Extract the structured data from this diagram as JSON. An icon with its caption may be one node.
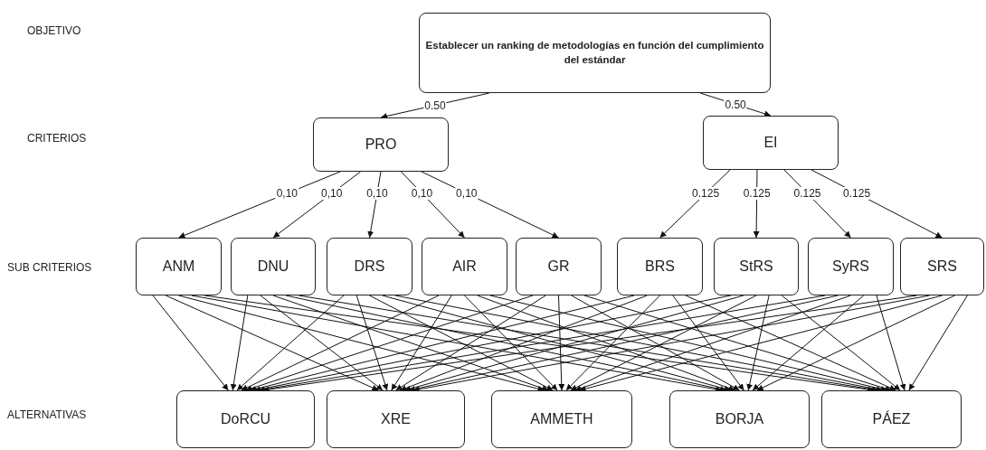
{
  "diagram": {
    "nodes": [
      {
        "text": [
          "Establecer un ranking de metodologías en función del cumplimiento del estándar"
        ]
      },
      {
        "text": [
          "PRO"
        ]
      },
      {
        "text": [
          "EI"
        ]
      },
      {
        "text": [
          "ANM"
        ]
      },
      {
        "text": [
          "DNU"
        ]
      },
      {
        "text": [
          "DRS"
        ]
      },
      {
        "text": [
          "AIR"
        ]
      },
      {
        "text": [
          "GR"
        ]
      },
      {
        "text": [
          "BRS"
        ]
      },
      {
        "text": [
          "StRS"
        ]
      },
      {
        "text": [
          "SyRS"
        ]
      },
      {
        "text": [
          "SRS"
        ]
      },
      {
        "text": [
          "DoRCU"
        ]
      },
      {
        "text": [
          "XRE"
        ]
      },
      {
        "text": [
          "AMMETH"
        ]
      },
      {
        "text": [
          "BORJA"
        ]
      },
      {
        "text": [
          "PÁEZ"
        ]
      }
    ],
    "edges": [
      {
        "from": 0,
        "to": 1,
        "arrow": "to",
        "label": "0.50"
      },
      {
        "from": 0,
        "to": 2,
        "arrow": "to",
        "label": "0.50"
      },
      {
        "from": 1,
        "to": 3,
        "arrow": "to",
        "label": "0,10"
      },
      {
        "from": 1,
        "to": 4,
        "arrow": "to",
        "label": "0,10"
      },
      {
        "from": 1,
        "to": 5,
        "arrow": "to",
        "label": "0,10"
      },
      {
        "from": 1,
        "to": 6,
        "arrow": "to",
        "label": "0,10"
      },
      {
        "from": 1,
        "to": 7,
        "arrow": "to",
        "label": "0,10"
      },
      {
        "from": 2,
        "to": 8,
        "arrow": "to",
        "label": "0.125"
      },
      {
        "from": 2,
        "to": 9,
        "arrow": "to",
        "label": "0.125"
      },
      {
        "from": 2,
        "to": 10,
        "arrow": "to",
        "label": "0.125"
      },
      {
        "from": 2,
        "to": 11,
        "arrow": "to",
        "label": "0.125"
      },
      {
        "from": 3,
        "to": 12,
        "arrow": "to"
      },
      {
        "from": 3,
        "to": 13,
        "arrow": "to"
      },
      {
        "from": 3,
        "to": 14,
        "arrow": "to"
      },
      {
        "from": 3,
        "to": 15,
        "arrow": "to"
      },
      {
        "from": 3,
        "to": 16,
        "arrow": "to"
      },
      {
        "from": 4,
        "to": 12,
        "arrow": "to"
      },
      {
        "from": 4,
        "to": 13,
        "arrow": "to"
      },
      {
        "from": 4,
        "to": 14,
        "arrow": "to"
      },
      {
        "from": 4,
        "to": 15,
        "arrow": "to"
      },
      {
        "from": 4,
        "to": 16,
        "arrow": "to"
      },
      {
        "from": 5,
        "to": 12,
        "arrow": "to"
      },
      {
        "from": 5,
        "to": 13,
        "arrow": "to"
      },
      {
        "from": 5,
        "to": 14,
        "arrow": "to"
      },
      {
        "from": 5,
        "to": 15,
        "arrow": "to"
      },
      {
        "from": 5,
        "to": 16,
        "arrow": "to"
      },
      {
        "from": 6,
        "to": 12,
        "arrow": "to"
      },
      {
        "from": 6,
        "to": 13,
        "arrow": "to"
      },
      {
        "from": 6,
        "to": 14,
        "arrow": "to"
      },
      {
        "from": 6,
        "to": 15,
        "arrow": "to"
      },
      {
        "from": 6,
        "to": 16,
        "arrow": "to"
      },
      {
        "from": 7,
        "to": 12,
        "arrow": "to"
      },
      {
        "from": 7,
        "to": 13,
        "arrow": "to"
      },
      {
        "from": 7,
        "to": 14,
        "arrow": "to"
      },
      {
        "from": 7,
        "to": 15,
        "arrow": "to"
      },
      {
        "from": 7,
        "to": 16,
        "arrow": "to"
      },
      {
        "from": 8,
        "to": 12,
        "arrow": "to"
      },
      {
        "from": 8,
        "to": 13,
        "arrow": "to"
      },
      {
        "from": 8,
        "to": 14,
        "arrow": "to"
      },
      {
        "from": 8,
        "to": 15,
        "arrow": "to"
      },
      {
        "from": 8,
        "to": 16,
        "arrow": "to"
      },
      {
        "from": 9,
        "to": 12,
        "arrow": "to"
      },
      {
        "from": 9,
        "to": 13,
        "arrow": "to"
      },
      {
        "from": 9,
        "to": 14,
        "arrow": "to"
      },
      {
        "from": 9,
        "to": 15,
        "arrow": "to"
      },
      {
        "from": 9,
        "to": 16,
        "arrow": "to"
      },
      {
        "from": 10,
        "to": 12,
        "arrow": "to"
      },
      {
        "from": 10,
        "to": 13,
        "arrow": "to"
      },
      {
        "from": 10,
        "to": 14,
        "arrow": "to"
      },
      {
        "from": 10,
        "to": 15,
        "arrow": "to"
      },
      {
        "from": 10,
        "to": 16,
        "arrow": "to"
      },
      {
        "from": 11,
        "to": 12,
        "arrow": "to"
      },
      {
        "from": 11,
        "to": 13,
        "arrow": "to"
      },
      {
        "from": 11,
        "to": 14,
        "arrow": "to"
      },
      {
        "from": 11,
        "to": 15,
        "arrow": "to"
      },
      {
        "from": 11,
        "to": 16,
        "arrow": "to"
      }
    ],
    "labels": [
      "OBJETIVO",
      "CRITERIOS",
      "SUB CRITERIOS",
      "ALTERNATIVAS"
    ]
  }
}
